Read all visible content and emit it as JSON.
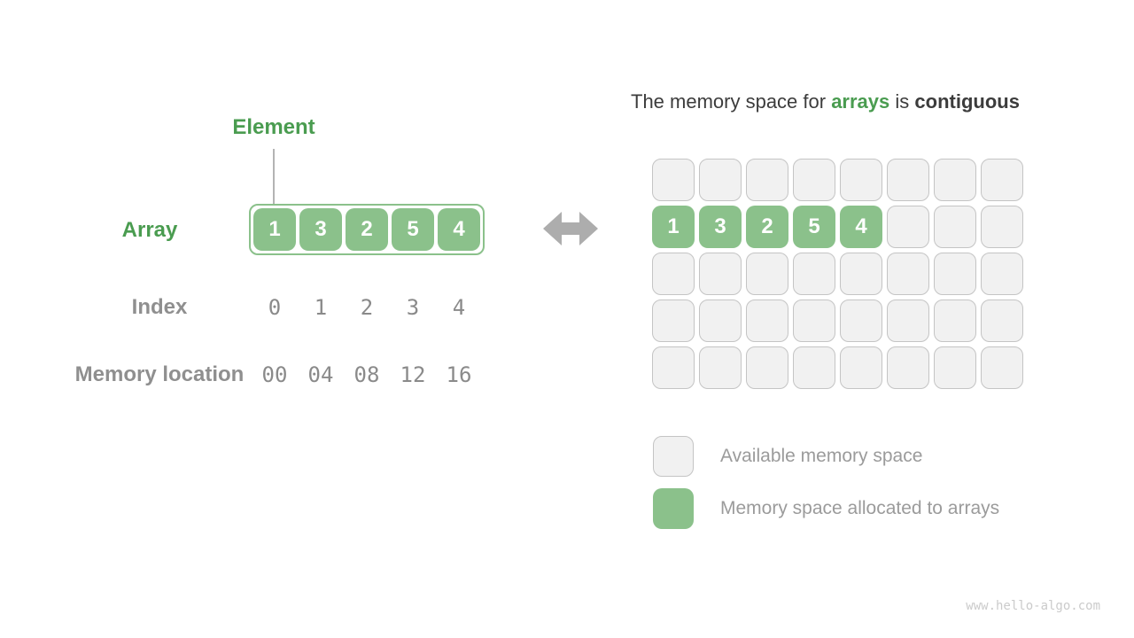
{
  "left_panel": {
    "element_label": "Element",
    "array_label": "Array",
    "array_values": [
      "1",
      "3",
      "2",
      "5",
      "4"
    ],
    "index_label": "Index",
    "index_values": [
      "0",
      "1",
      "2",
      "3",
      "4"
    ],
    "memory_label": "Memory location",
    "memory_values": [
      "00",
      "04",
      "08",
      "12",
      "16"
    ]
  },
  "right_panel": {
    "title": {
      "prefix": "The memory space for ",
      "highlight": "arrays",
      "middle": " is ",
      "bold_suffix": "contiguous"
    },
    "grid": {
      "rows": 5,
      "cols": 8,
      "allocated": {
        "row": 1,
        "start_col": 0,
        "values": [
          "1",
          "3",
          "2",
          "5",
          "4"
        ]
      }
    },
    "legend": [
      {
        "type": "available",
        "label": "Available memory space"
      },
      {
        "type": "allocated",
        "label": "Memory space allocated to arrays"
      }
    ]
  },
  "watermark": "www.hello-algo.com",
  "colors": {
    "green_fill": "#8BC18B",
    "green_text": "#4A9C50",
    "gray_label": "#8F8F8F",
    "mono_gray": "#8A8A8A",
    "title_text": "#3C3C3C",
    "arrow": "#ADADAD",
    "cell_fill": "#F1F1F1",
    "cell_border": "#C4C4C4",
    "legend_text": "#9B9B9B",
    "connector": "#B4B4B4",
    "watermark": "#CBCBCB"
  }
}
